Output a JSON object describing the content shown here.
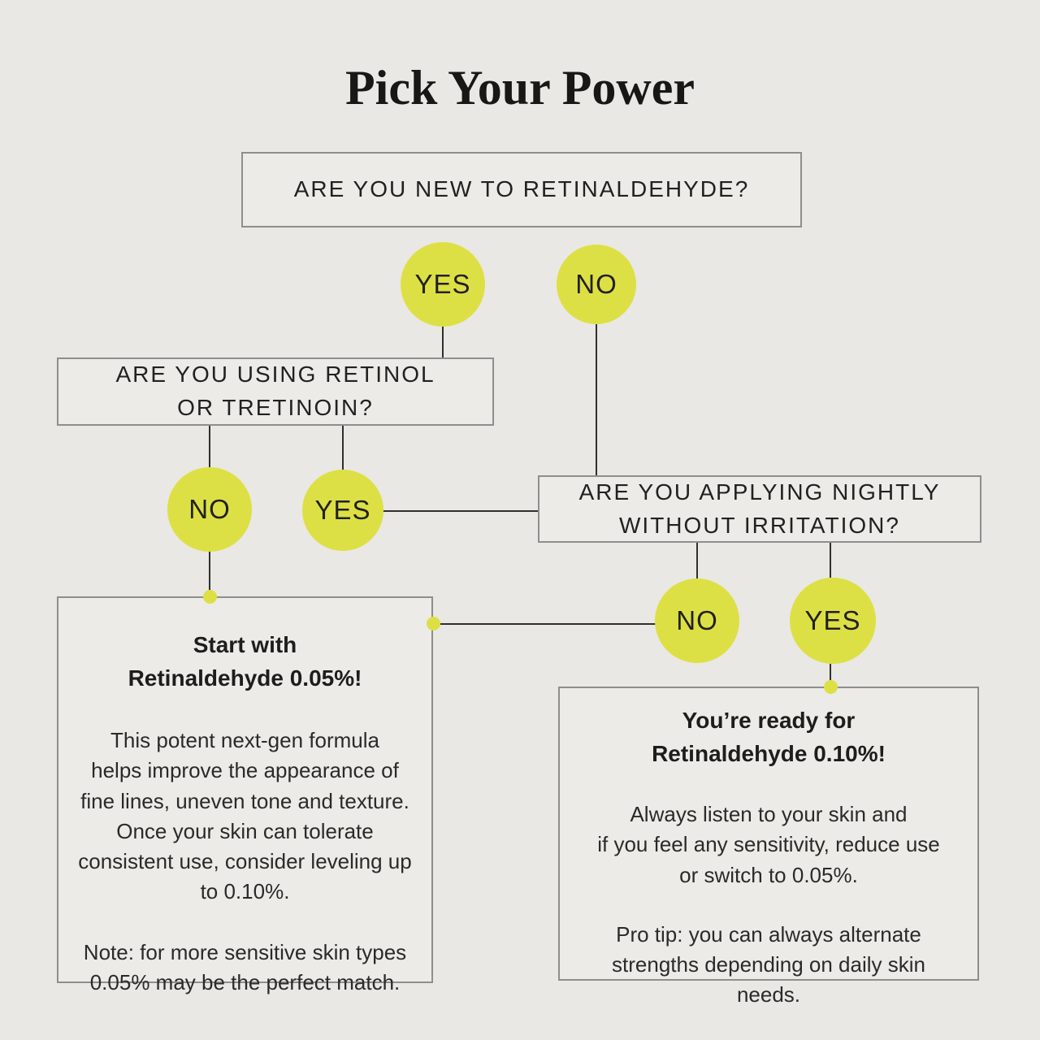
{
  "title": "Pick Your Power",
  "questions": {
    "new_to_retinaldehyde": "ARE YOU NEW TO RETINALDEHYDE?",
    "using_retinol": "ARE YOU USING RETINOL\nOR TRETINOIN?",
    "applying_nightly": "ARE YOU APPLYING NIGHTLY\nWITHOUT IRRITATION?"
  },
  "answers": {
    "q1_yes": "YES",
    "q1_no": "NO",
    "q2_no": "NO",
    "q2_yes": "YES",
    "q3_no": "NO",
    "q3_yes": "YES"
  },
  "results": {
    "start_005": {
      "heading": "Start with\nRetinaldehyde 0.05%!",
      "body": "This potent next-gen formula\nhelps improve the appearance of\nfine lines, uneven tone and texture.\nOnce your skin can tolerate\nconsistent use, consider leveling up\nto 0.10%.",
      "note": "Note: for more sensitive skin types\n0.05% may be the perfect match."
    },
    "ready_010": {
      "heading": "You’re ready for\nRetinaldehyde 0.10%!",
      "body": "Always listen to your skin and\nif you feel any sensitivity, reduce use\nor switch to 0.05%.",
      "note": "Pro tip: you can always alternate\nstrengths depending on daily skin\nneeds."
    }
  },
  "colors": {
    "background": "#e9e8e5",
    "box_fill": "#ecebe8",
    "box_border": "#8e8e8c",
    "circle_fill": "#dde044",
    "line": "#2f2f2d",
    "text": "#1d1d1b"
  }
}
